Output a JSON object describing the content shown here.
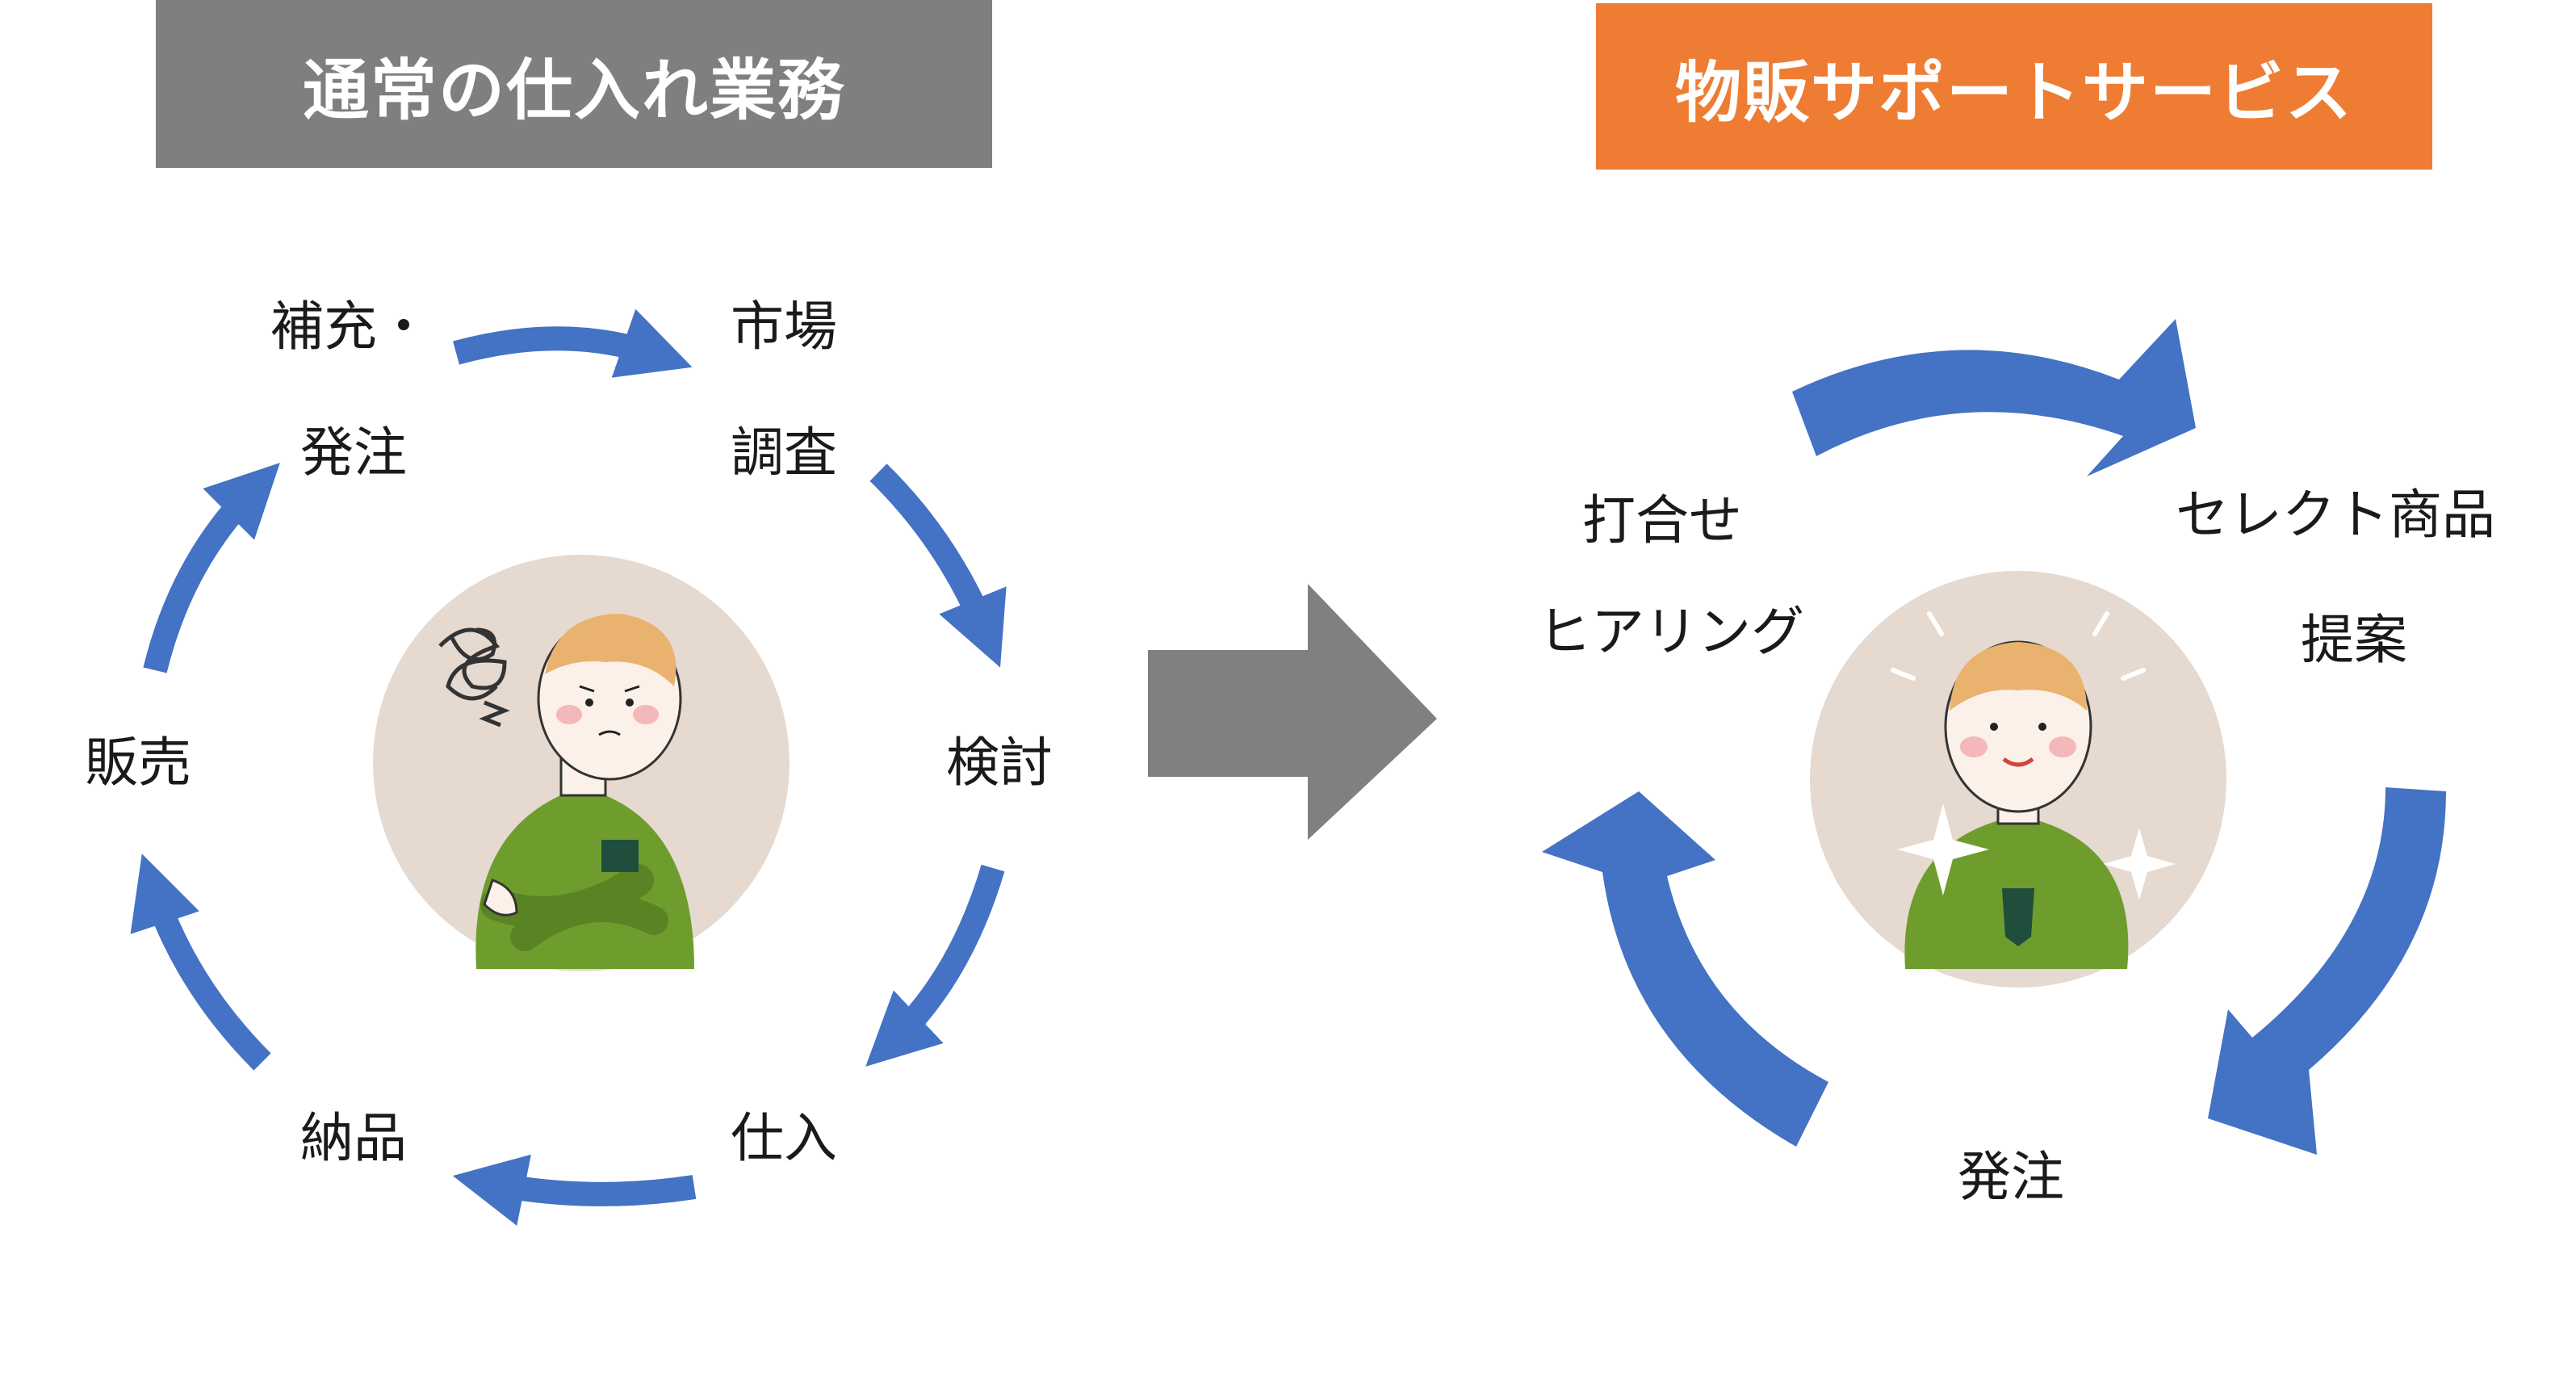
{
  "colors": {
    "gray_banner": "#7f7f7f",
    "orange_banner": "#ee7d33",
    "arrow_blue": "#4472c4",
    "big_arrow_gray": "#808080",
    "avatar_bg": "#e5d9d0",
    "sweater": "#6e9d2e",
    "hair": "#e9b36f"
  },
  "left": {
    "title": "通常の仕入れ業務",
    "labels": {
      "supply_line1": "補充・",
      "supply_line2": "発注",
      "market_line1": "市場",
      "market_line2": "調査",
      "review": "検討",
      "purchase": "仕入",
      "delivery": "納品",
      "sales": "販売"
    }
  },
  "right": {
    "title": "物販サポートサービス",
    "labels": {
      "meeting": "打合せ",
      "hearing": "ヒアリング",
      "select_line1": "セレクト商品",
      "select_line2": "提案",
      "order": "発注"
    }
  },
  "icons": {
    "transition_arrow": "right-arrow-icon",
    "left_avatar": "worried-person-icon",
    "right_avatar": "happy-person-icon"
  }
}
